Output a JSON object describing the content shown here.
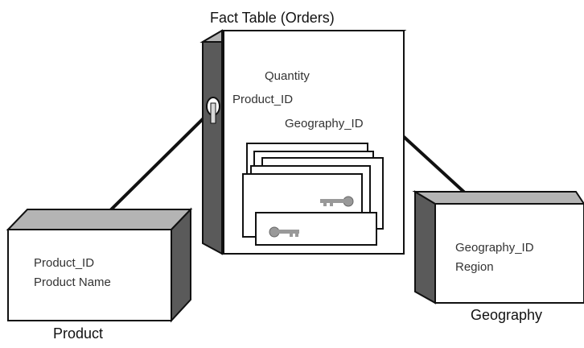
{
  "fact_table": {
    "title": "Fact Table (Orders)",
    "fields": [
      "Quantity",
      "Product_ID",
      "Geography_ID"
    ]
  },
  "product": {
    "title": "Product",
    "fields": [
      "Product_ID",
      "Product Name"
    ]
  },
  "geography": {
    "title": "Geography",
    "fields": [
      "Geography_ID",
      "Region"
    ]
  },
  "colors": {
    "box_face": "#ffffff",
    "box_side": "#5a5a5a",
    "box_top": "#b4b4b4",
    "outline": "#111111",
    "connector": "#111111"
  }
}
